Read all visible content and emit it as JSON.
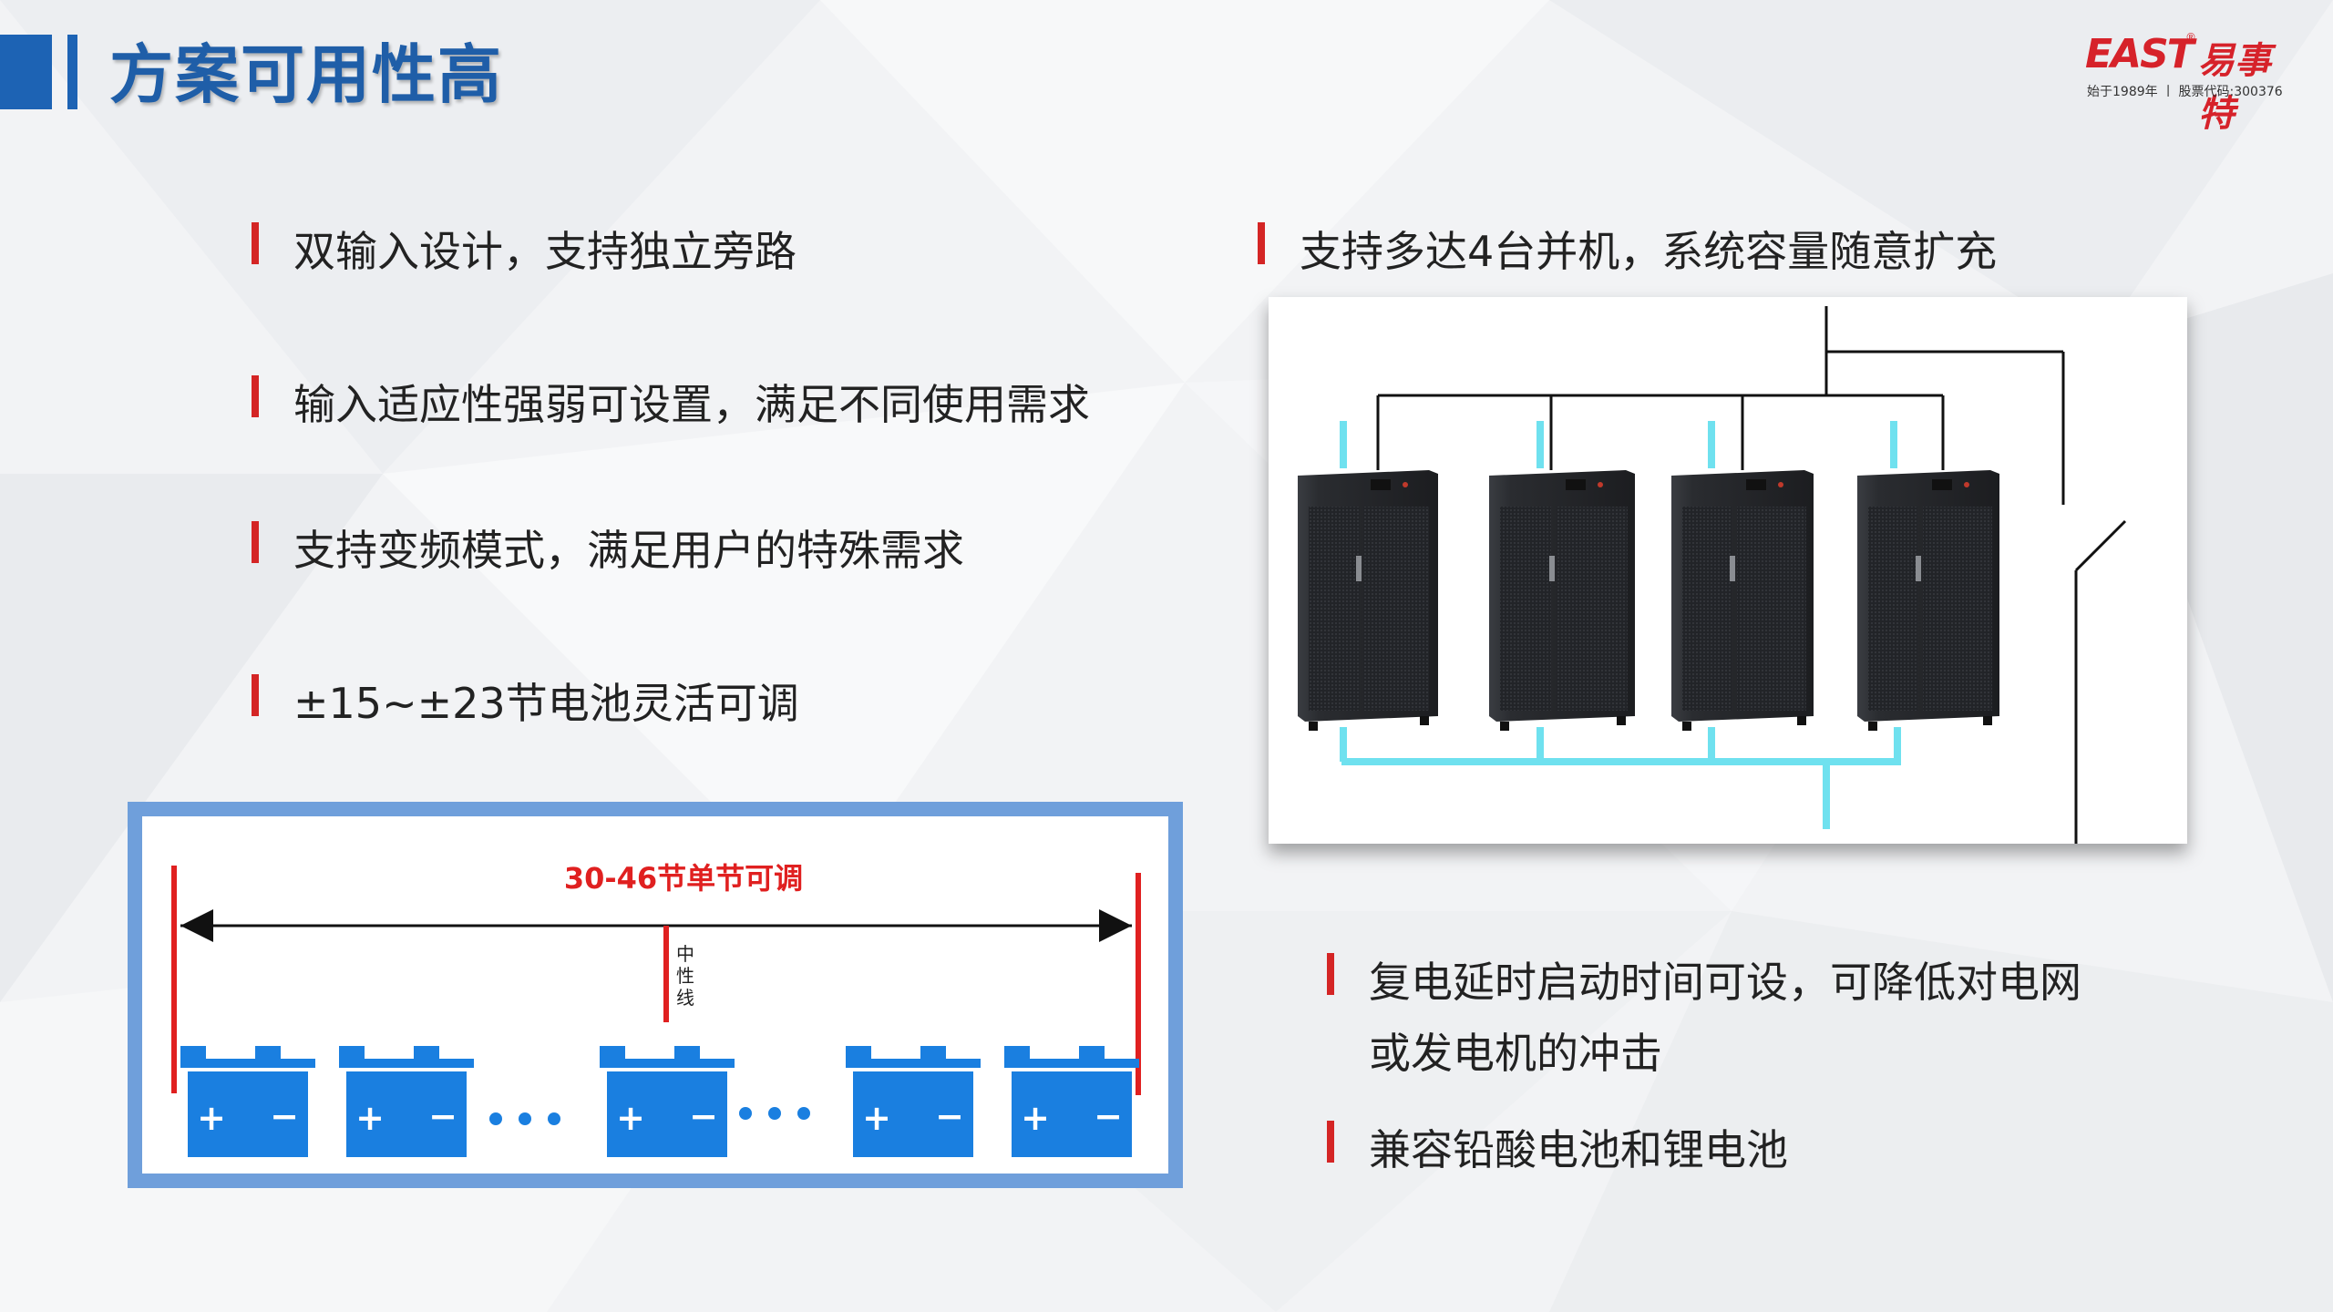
{
  "header": {
    "title": "方案可用性高",
    "logo_main": "EAST",
    "logo_reg": "®",
    "logo_cn": "易事特",
    "logo_sub": "始于1989年 丨 股票代码:300376"
  },
  "left_bullets": [
    "双输入设计，支持独立旁路",
    "输入适应性强弱可设置，满足不同使用需求",
    "支持变频模式，满足用户的特殊需求",
    " ±15~±23节电池灵活可调"
  ],
  "right_top_bullet": "支持多达4台并机，系统容量随意扩充",
  "right_bottom_bullets": {
    "line1": "复电延时启动时间可设，可降低对电网",
    "line2": "或发电机的冲击",
    "item2": " 兼容铅酸电池和锂电池"
  },
  "battery_diagram": {
    "range_label": "30-46节单节可调",
    "neutral_label": [
      "中",
      "性",
      "线"
    ],
    "battery_icon": "battery-icon",
    "plus": "+",
    "minus": "−"
  },
  "colors": {
    "accent_blue": "#1d63b4",
    "accent_red": "#d42525",
    "battery_blue": "#1a7fe0",
    "cyan_line": "#6fe1ef"
  }
}
